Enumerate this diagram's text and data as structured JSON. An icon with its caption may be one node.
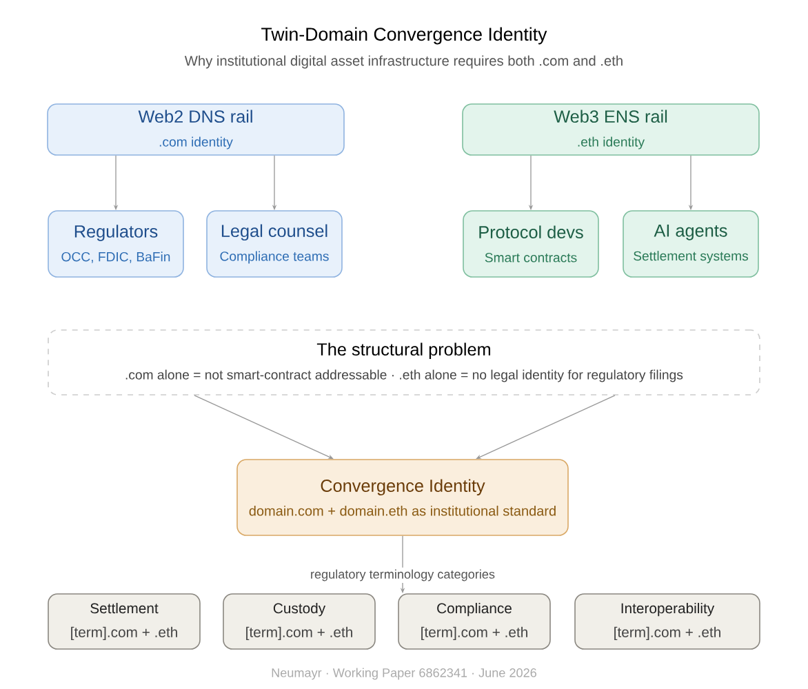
{
  "diagram": {
    "title": "Twin-Domain Convergence Identity",
    "caption": "Neumayr · Working Paper 6862341 · June 2026",
    "nodes": [
      {
        "text": [
          "Web2 DNS rail",
          ".com identity"
        ]
      },
      {
        "text": [
          "Web3 ENS rail",
          ".eth identity"
        ]
      },
      {
        "text": [
          "Regulators",
          "OCC, FDIC, BaFin"
        ]
      },
      {
        "text": [
          "Legal counsel",
          "Compliance teams"
        ]
      },
      {
        "text": [
          "Protocol devs",
          "Smart contracts"
        ]
      },
      {
        "text": [
          "AI agents",
          "Settlement systems"
        ]
      },
      {
        "text": [
          "The structural problem",
          ".com alone = not smart-contract addressable · .eth alone = no legal identity for regulatory filings"
        ]
      },
      {
        "text": [
          "Convergence Identity",
          "domain.com + domain.eth as institutional standard"
        ]
      },
      {
        "text": [
          "Settlement",
          "[term].com + .eth"
        ]
      },
      {
        "text": [
          "Custody",
          "[term].com + .eth"
        ]
      },
      {
        "text": [
          "Compliance",
          "[term].com + .eth"
        ]
      },
      {
        "text": [
          "Interoperability",
          "[term].com + .eth"
        ]
      }
    ],
    "edges": [
      {
        "from": 0,
        "to": 2,
        "arrow": "to"
      },
      {
        "from": 0,
        "to": 3,
        "arrow": "to"
      },
      {
        "from": 1,
        "to": 4,
        "arrow": "to"
      },
      {
        "from": 1,
        "to": 5,
        "arrow": "to"
      },
      {
        "from": 6,
        "to": 7,
        "arrow": "to"
      },
      {
        "from": 6,
        "to": 7,
        "arrow": "to"
      },
      {
        "from": 7,
        "to": 10,
        "arrow": "to",
        "label": "regulatory terminology categories"
      }
    ],
    "labels": [
      "Why institutional digital asset infrastructure requires both .com and .eth"
    ]
  }
}
